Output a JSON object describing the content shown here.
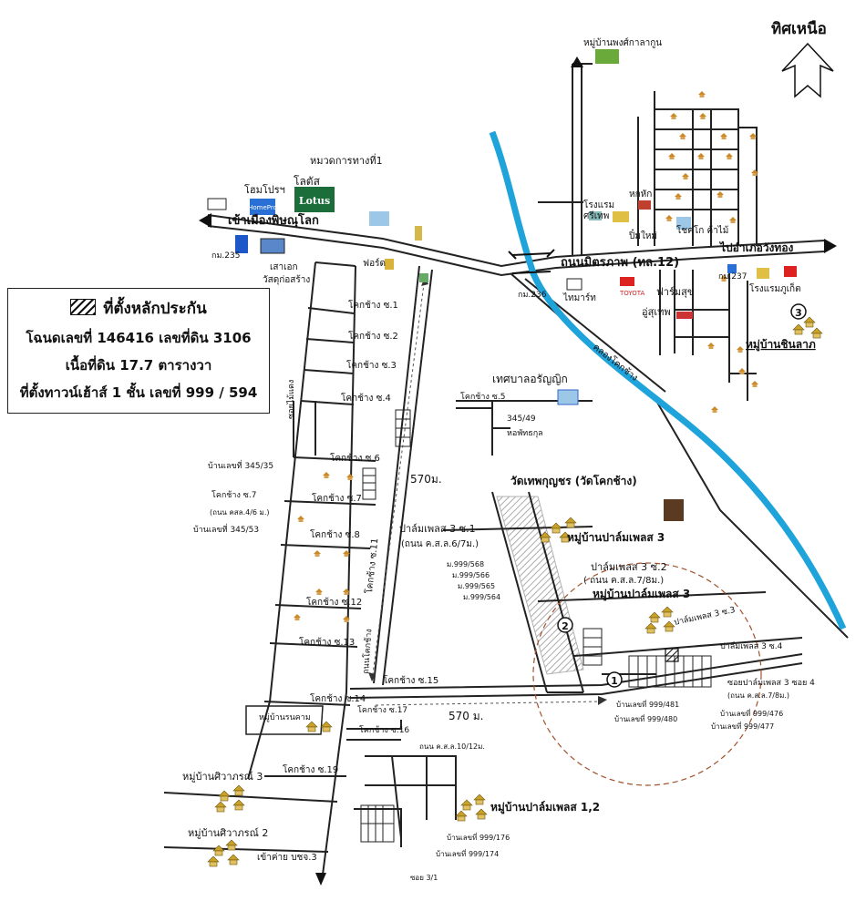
{
  "north_label": "ทิศเหนือ",
  "legend": {
    "title": "ที่ตั้งหลักประกัน",
    "deed": "โฉนดเลขที่ 146416 เลขที่ดิน 3106",
    "area": "เนื้อที่ดิน 17.7 ตารางวา",
    "location": "ที่ตั้งทาวน์เฮ้าส์ 1 ชั้น  เลขที่ 999 / 594"
  },
  "roads": {
    "to_phitsanulok": "เข้าเมืองพิษณุโลก",
    "mittraphap": "ถนนมิตรภาพ (ทล.12)",
    "to_wangthong": "ไปอำเภอวังทอง",
    "canal": "คลองโคกช้าง",
    "soi_laeng": "ซอยไม้แดง",
    "road_kokchang": "ถนนโคกช้าง",
    "dist_vertical": "570ม.",
    "dist_horizontal": "570 ม.",
    "kam_235": "กม.235",
    "kam_236": "กม.236",
    "kam_237": "กม.237"
  },
  "places": {
    "phong_village": "หมู่บ้านพงศ์กาลากูน",
    "highway_district": "หมวดการทางที่1",
    "homepro": "โฮมโปรฯ",
    "lotus": "โลตัส",
    "lotus_logo": "Lotus",
    "homepro_logo": "HomePro",
    "saeng_ek": "เสาเอก",
    "saeng_ek2": "วัสดุก่อสร้าง",
    "ford": "ฟอร์ด",
    "hotel_top": "โรงแรม",
    "hotel_top2": "ศรีเทพ",
    "hok_hak": "หกหัก",
    "pim_mai": "ปิ๋มใหม่",
    "kokchang_market": "โชคโก ค้าไม้",
    "toyota": "TOYOTA",
    "thai_mart": "ไทมาร์ท",
    "farm_suk": "ฟาร์มสุข",
    "u_suthep": "อู่สุเทพ",
    "hotel_phuket": "โรงแรมภูเก็ต",
    "chinlap_village": "หมู่บ้านชินลาภ",
    "municipality": "เทศบาลอรัญญิก",
    "hor_pattanakul": "หอพัทธกุล",
    "no_345_49": "345/49",
    "wat": "วัดเทพกุญชร (วัดโคกช้าง)",
    "palm_village_3": "หมู่บ้านปาล์มเพลส 3",
    "palm_village_3b": "หมู่บ้านปาล์มเพลส 3",
    "palm_village_12": "หมู่บ้านปาล์มเพลส 1,2",
    "siwaporn3": "หมู่บ้านศิวาภรณ์ 3",
    "siwaporn2": "หมู่บ้านศิวาภรณ์ 2",
    "ronkam": "หมู่บ้านรนคาม",
    "kiawkai": "เข้าค่าย บชจ.3"
  },
  "sois": {
    "s1": "โคกช้าง ซ.1",
    "s2": "โคกช้าง ซ.2",
    "s3": "โคกช้าง ซ.3",
    "s4": "โคกช้าง ซ.4",
    "s5": "โคกช้าง ซ.5",
    "s6": "โคกช้าง ซ.6",
    "s7": "โคกช้าง ซ.7",
    "s7b": "โคกช้าง ซ.7",
    "s7road": "(ถนน คสล.4/6 ม.)",
    "s8": "โคกช้าง ซ.8",
    "s11": "โคกช้าง ซ.11",
    "s12": "โคกช้าง ซ.12",
    "s13": "โคกช้าง ซ.13",
    "s14": "โคกช้าง ซ.14",
    "s15": "โคกช้าง ซ.15",
    "s16": "โคกช้าง ซ.16",
    "s17": "โคกช้าง ซ.17",
    "s19": "โคกช้าง ซ.19",
    "house_345_35": "บ้านเลขที่ 345/35",
    "house_345_53": "บ้านเลขที่ 345/53",
    "palm1": "ปาล์มเพลส 3 ซ.1",
    "palm1road": "(ถนน ค.ส.ล.6/7ม.)",
    "palm2": "ปาล์มเพลส 3 ซ.2",
    "palm2road": "( ถนน ค.ส.ล.7/8ม.)",
    "palm3": "ปาล์มเพลส 3 ซ.3",
    "palm4": "ปาล์มเพลส 3 ซ.4",
    "palm4soi": "ซอยปาล์มเพลส 3 ซอย 4",
    "palm4road": "(ถนน ค.ส.ล.7/8ม.)",
    "h568": "ม.999/568",
    "h566": "ม.999/566",
    "h565": "ม.999/565",
    "h564": "ม.999/564",
    "h481": "บ้านเลขที่ 999/481",
    "h480": "บ้านเลขที่ 999/480",
    "h476": "บ้านเลขที่ 999/476",
    "h477": "บ้านเลขที่ 999/477",
    "h176": "บ้านเลขที่ 999/176",
    "h174": "บ้านเลขที่ 999/174",
    "road_10_12": "ถนน ค.ส.ล.10/12ม.",
    "soi_3_1": "ซอย 3/1"
  },
  "markers": {
    "m1": "1",
    "m2": "2",
    "m3": "3"
  },
  "colors": {
    "canal": "#1fa3db",
    "road": "#222222",
    "house": "#c9a227",
    "circle": "#a0522d"
  }
}
